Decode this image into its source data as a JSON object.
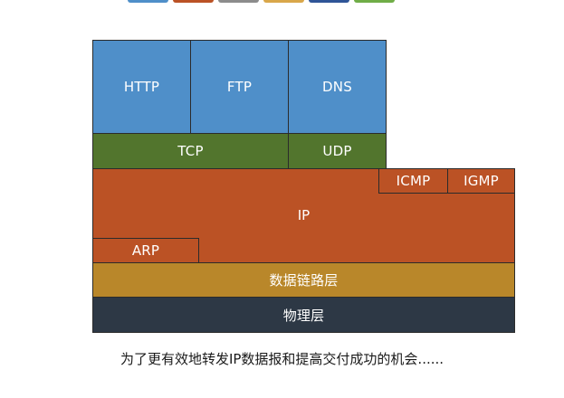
{
  "colors": {
    "application": "#4f8fc9",
    "transport": "#52752d",
    "network": "#bb5225",
    "data_link": "#b9872a",
    "physical": "#2d3845",
    "swatches": [
      "#4f8fc9",
      "#bb5225",
      "#8c8c8c",
      "#d9a74a",
      "#2f5597",
      "#70ad47"
    ]
  },
  "application_layer": {
    "http": "HTTP",
    "ftp": "FTP",
    "dns": "DNS"
  },
  "transport_layer": {
    "tcp": "TCP",
    "udp": "UDP"
  },
  "network_layer": {
    "icmp": "ICMP",
    "igmp": "IGMP",
    "ip": "IP",
    "arp": "ARP"
  },
  "data_link_layer": {
    "label": "数据链路层"
  },
  "physical_layer": {
    "label": "物理层"
  },
  "caption": "为了更有效地转发IP数据报和提高交付成功的机会......"
}
